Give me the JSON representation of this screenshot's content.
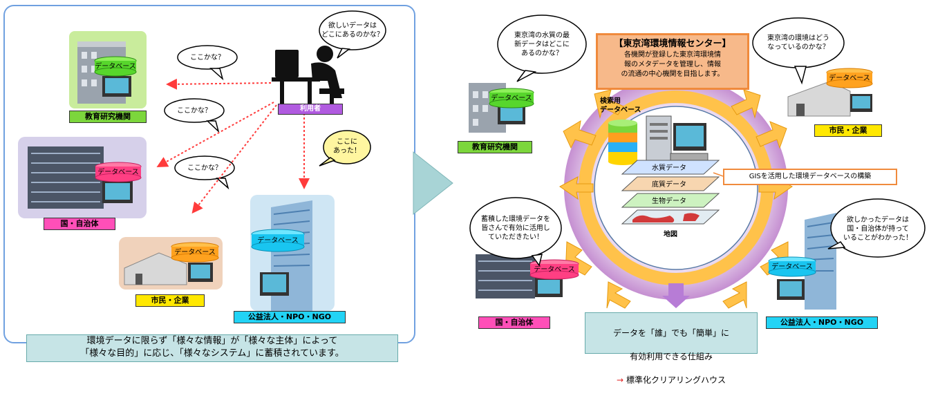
{
  "left": {
    "orgs": {
      "edu": "教育研究機関",
      "gov": "国・自治体",
      "citizen": "市民・企業",
      "public": "公益法人・NPO・NGO"
    },
    "db_label": "データベース",
    "user_label": "利用者",
    "bubbles": {
      "want": "欲しいデータは\nどこにあるのかな？",
      "q1": "ここかな？",
      "q2": "ここかな？",
      "q3": "ここかな？",
      "found": "ここに\nあった！"
    },
    "caption": "環境データに限らず「様々な情報」が「様々な主体」によって\n「様々な目的」に応じ、「様々なシステム」に蓄積されています。"
  },
  "right": {
    "center": {
      "title": "【東京湾環境情報センター】",
      "body": "各機関が登録した東京湾環境情\n報のメタデータを管理し、情報\nの流通の中心機関を目指します。"
    },
    "search_db": "検索用\nデータベース",
    "layers": [
      "水質データ",
      "底質データ",
      "生物データ"
    ],
    "map_label": "地図",
    "gis_label": "GISを活用した環境データベースの構築",
    "orgs": {
      "edu": "教育研究機関",
      "citizen": "市民・企業",
      "gov": "国・自治体",
      "public": "公益法人・NPO・NGO"
    },
    "db_label": "データベース",
    "bubbles": {
      "tl": "東京湾の水質の最\n新データはどこに\nあるのかな？",
      "tr": "東京湾の環境はどう\nなっているのかな？",
      "bl": "蓄積した環境データを\n皆さんで有効に活用し\nていただきたい！",
      "br": "欲しかったデータは\n国・自治体が持って\nいることがわかった！"
    },
    "bottom": {
      "line1": "データを「誰」でも「簡単」に",
      "line2": "有効利用できる仕組み",
      "arrow": "→",
      "line3": "標準化クリアリングハウス"
    }
  },
  "colors": {
    "green": "#7cd63c",
    "pink": "#ff4fb8",
    "yellow": "#ffe800",
    "cyan": "#22d3f5",
    "purple": "#b15be0",
    "ring": "#ffc24a",
    "caption_bg": "#c6e4e6"
  }
}
